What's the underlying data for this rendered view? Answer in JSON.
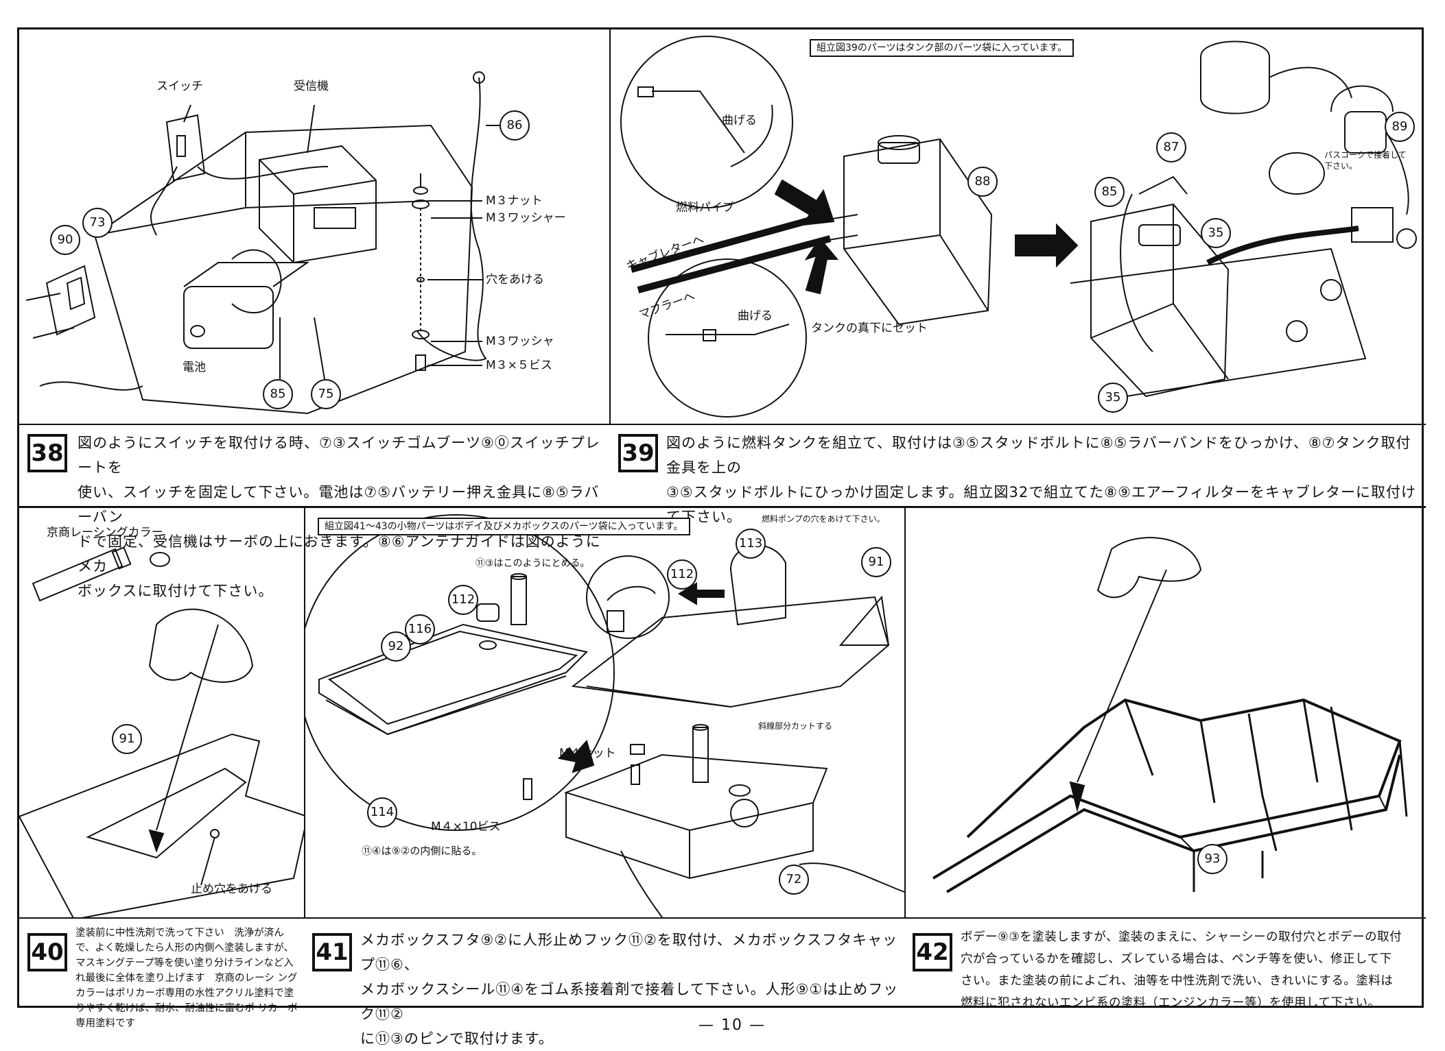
{
  "page_number": "— 10 —",
  "panel38": {
    "labels": {
      "switch": "スイッチ",
      "receiver": "受信機",
      "battery": "電池",
      "m3_nut": "M３ナット",
      "m3_washer_top": "M３ワッシャー",
      "drill_hole": "穴をあける",
      "m3_washer_bottom": "M３ワッシャ",
      "m3x5_screw": "M３×５ビス"
    },
    "parts": [
      "90",
      "73",
      "85",
      "75",
      "86"
    ]
  },
  "panel39": {
    "note": "組立図39のパーツはタンク部のパーツ袋に入っています。",
    "labels": {
      "bend_top": "曲げる",
      "fuel_pipe": "燃料パイプ",
      "to_carburetor": "キャブレターへ",
      "to_muffler": "マフラーへ",
      "bend_bottom": "曲げる",
      "set_under_tank": "タンクの真下にセット",
      "pass_cock": "パスコークで接着して下さい。"
    },
    "parts": [
      "88",
      "87",
      "85",
      "35",
      "89",
      "35"
    ]
  },
  "step38": {
    "number": "38",
    "lines": [
      "図のようにスイッチを取付ける時、⑦③スイッチゴムブーツ⑨⓪スイッチプレートを",
      "使い、スイッチを固定して下さい。電池は⑦⑤バッテリー押え金具に⑧⑤ラバーバン",
      "ドで固定、受信機はサーボの上におきます。⑧⑥アンテナガイドは図のようにメカ",
      "ボックスに取付けて下さい。"
    ]
  },
  "step39": {
    "number": "39",
    "lines": [
      "図のように燃料タンクを組立て、取付けは③⑤スタッドボルトに⑧⑤ラバーバンドをひっかけ、⑧⑦タンク取付金具を上の",
      "③⑤スタッドボルトにひっかけ固定します。組立図32で組立てた⑧⑨エアーフィルターをキャブレターに取付けて下さい。"
    ]
  },
  "panel40": {
    "paint_label": "京商レーシングカラー",
    "hole_label": "止め穴をあける",
    "parts": [
      "91"
    ]
  },
  "panel41": {
    "note": "組立図41～43の小物パーツはボデイ及びメカボックスのパーツ袋に入っています。",
    "labels": {
      "pin_how": "⑪③はこのようにとめる。",
      "fuel_pump_hole": "燃料ポンプの穴をあけて下さい。",
      "cut_hatched": "斜線部分カットする",
      "m4_nut": "M４ナット",
      "m4x10_screw": "M４×10ビス",
      "seal_inside": "⑪④は⑨②の内側に貼る。"
    },
    "parts": [
      "113",
      "112",
      "91",
      "112",
      "116",
      "92",
      "114",
      "72"
    ]
  },
  "panel42": {
    "parts": [
      "93"
    ]
  },
  "step40": {
    "number": "40",
    "lines": [
      "塗装前に中性洗剤で洗って下さい　洗浄が済んで、よく乾燥したら人形の内側へ塗装しますが、",
      "マスキングテープ等を使い塗り分けラインなど入れ最後に全体を塗り上げます　京商のレーシ",
      "ングカラーはポリカーボ専用の水性アクリル塗料で塗りやすく乾けば、耐水、耐油性に富むポ",
      "リカーボ専用塗料です"
    ]
  },
  "step41": {
    "number": "41",
    "lines": [
      "メカボックスフタ⑨②に人形止めフック⑪②を取付け、メカボックスフタキャップ⑪⑥、",
      "メカボックスシール⑪④をゴム系接着剤で接着して下さい。人形⑨①は止めフック⑪②",
      "に⑪③のピンで取付けます。"
    ]
  },
  "step42": {
    "number": "42",
    "lines": [
      "ボデー⑨③を塗装しますが、塗装のまえに、シャーシーの取付穴とボデーの取付",
      "穴が合っているかを確認し、ズレている場合は、ペンチ等を使い、修正して下",
      "さい。また塗装の前によごれ、油等を中性洗剤で洗い、きれいにする。塗料は",
      "燃料に犯されないエンビ系の塗料（エンジンカラー等）を使用して下さい。"
    ]
  }
}
